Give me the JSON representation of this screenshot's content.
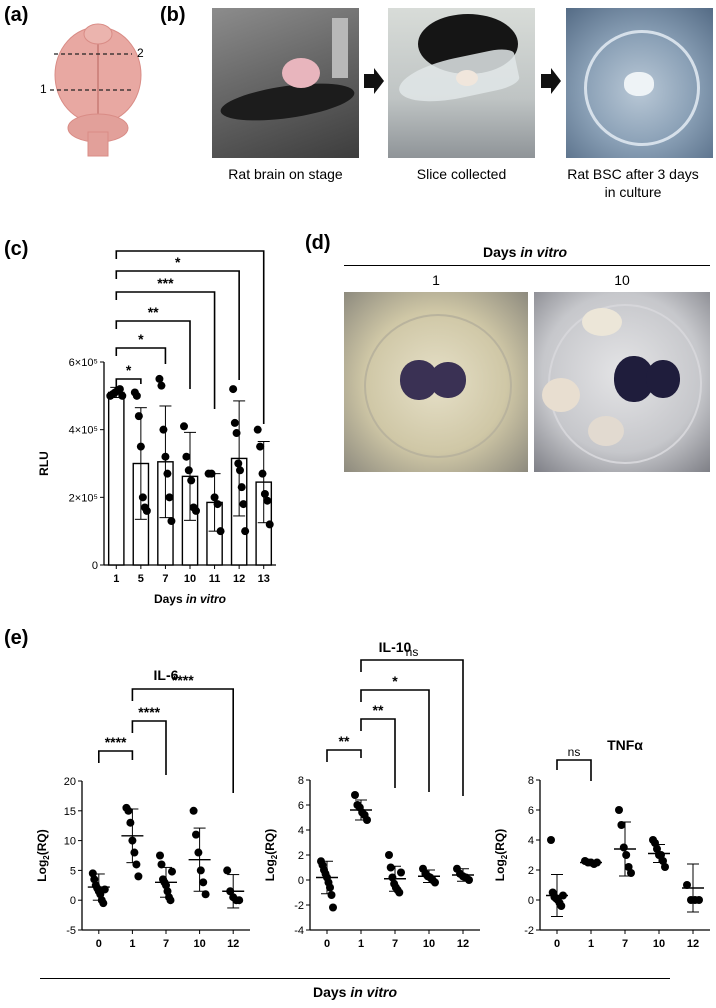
{
  "panels": {
    "a": {
      "label": "(a)",
      "line1": "1",
      "line2": "2"
    },
    "b": {
      "label": "(b)",
      "captions": [
        "Rat brain on stage",
        "Slice collected",
        "Rat BSC after 3 days",
        "in culture"
      ]
    },
    "c": {
      "label": "(c)"
    },
    "d": {
      "label": "(d)",
      "header_prefix": "Days ",
      "header_italic": "in vitro",
      "day1": "1",
      "day10": "10"
    },
    "e": {
      "label": "(e)",
      "footer_prefix": "Days ",
      "footer_italic": "in vitro"
    }
  },
  "chart_data": [
    {
      "id": "rlu",
      "type": "bar",
      "ylabel": "RLU",
      "xlabel_prefix": "Days ",
      "xlabel_italic": "in vitro",
      "categories": [
        "1",
        "5",
        "7",
        "10",
        "11",
        "12",
        "13"
      ],
      "values": [
        510000,
        300000,
        305000,
        262000,
        185000,
        315000,
        245000
      ],
      "errors": [
        15000,
        165000,
        165000,
        130000,
        85000,
        170000,
        120000
      ],
      "points": [
        [
          500000,
          505000,
          510000,
          515000,
          520000,
          500000
        ],
        [
          510000,
          500000,
          440000,
          350000,
          200000,
          170000,
          160000
        ],
        [
          550000,
          530000,
          400000,
          320000,
          270000,
          200000,
          130000
        ],
        [
          410000,
          320000,
          280000,
          250000,
          170000,
          160000
        ],
        [
          270000,
          270000,
          200000,
          180000,
          100000
        ],
        [
          520000,
          420000,
          390000,
          300000,
          280000,
          230000,
          180000,
          100000
        ],
        [
          400000,
          350000,
          270000,
          210000,
          190000,
          120000
        ]
      ],
      "yticks": [
        "0",
        "2×10⁵",
        "4×10⁵",
        "6×10⁵"
      ],
      "ytick_values": [
        0,
        200000,
        400000,
        600000
      ],
      "ylim": [
        0,
        600000
      ],
      "significance": [
        {
          "from": "1",
          "to": "5",
          "label": "*"
        },
        {
          "from": "1",
          "to": "7",
          "label": "*"
        },
        {
          "from": "1",
          "to": "10",
          "label": "**"
        },
        {
          "from": "1",
          "to": "11",
          "label": "***"
        },
        {
          "from": "1",
          "to": "12",
          "label": "*"
        },
        {
          "from": "1",
          "to": "13",
          "label": "**"
        }
      ]
    },
    {
      "id": "il6",
      "type": "scatter",
      "title": "IL-6",
      "ylabel": "Log2(RQ)",
      "categories": [
        "0",
        "1",
        "7",
        "10",
        "12"
      ],
      "means": [
        2.2,
        10.8,
        3.0,
        6.8,
        1.5
      ],
      "sd": [
        2.2,
        4.5,
        2.5,
        5.3,
        2.8
      ],
      "points": [
        [
          4.5,
          3.5,
          2.5,
          2.0,
          1.5,
          1.0,
          0.0,
          -0.5,
          1.8
        ],
        [
          15.5,
          15.0,
          13.0,
          10.0,
          8.0,
          6.0,
          4.0
        ],
        [
          7.5,
          6.0,
          3.5,
          3.0,
          2.5,
          1.5,
          0.5,
          0.0,
          4.8
        ],
        [
          15.0,
          11.0,
          8.0,
          5.0,
          3.0,
          1.0
        ],
        [
          5.0,
          1.5,
          0.5,
          0.0,
          0.0
        ]
      ],
      "yticks": [
        "-5",
        "0",
        "5",
        "10",
        "15",
        "20"
      ],
      "ytick_values": [
        -5,
        0,
        5,
        10,
        15,
        20
      ],
      "ylim": [
        -5,
        20
      ],
      "significance": [
        {
          "from": "0",
          "to": "1",
          "label": "****"
        },
        {
          "from": "1",
          "to": "7",
          "label": "****"
        },
        {
          "from": "1",
          "to": "12",
          "label": "****"
        }
      ]
    },
    {
      "id": "il10",
      "type": "scatter",
      "title": "IL-10",
      "ylabel": "Log2(RQ)",
      "categories": [
        "0",
        "1",
        "7",
        "10",
        "12"
      ],
      "means": [
        0.2,
        5.6,
        0.1,
        0.3,
        0.4
      ],
      "sd": [
        1.3,
        0.8,
        1.0,
        0.5,
        0.5
      ],
      "points": [
        [
          1.5,
          1.2,
          0.8,
          0.5,
          0.2,
          -0.2,
          -0.6,
          -1.2,
          -2.2
        ],
        [
          6.8,
          6.0,
          5.8,
          5.4,
          5.2,
          4.8
        ],
        [
          2.0,
          1.0,
          0.2,
          -0.3,
          -0.6,
          -0.8,
          -1.0,
          0.6
        ],
        [
          0.9,
          0.5,
          0.3,
          0.2,
          0.0,
          -0.2
        ],
        [
          0.9,
          0.5,
          0.3,
          0.2,
          0.0
        ]
      ],
      "yticks": [
        "-4",
        "-2",
        "0",
        "2",
        "4",
        "6",
        "8"
      ],
      "ytick_values": [
        -4,
        -2,
        0,
        2,
        4,
        6,
        8
      ],
      "ylim": [
        -4,
        8
      ],
      "significance": [
        {
          "from": "0",
          "to": "1",
          "label": "**"
        },
        {
          "from": "1",
          "to": "7",
          "label": "**"
        },
        {
          "from": "1",
          "to": "10",
          "label": "*"
        },
        {
          "from": "1",
          "to": "12",
          "label": "ns"
        }
      ]
    },
    {
      "id": "tnfa",
      "type": "scatter",
      "title": "TNFα",
      "ylabel": "Log2(RQ)",
      "categories": [
        "0",
        "1",
        "7",
        "10",
        "12"
      ],
      "means": [
        0.3,
        2.5,
        3.4,
        3.1,
        0.8
      ],
      "sd": [
        1.4,
        0.1,
        1.8,
        0.6,
        1.6
      ],
      "points": [
        [
          4.0,
          0.5,
          0.2,
          0.1,
          0.0,
          -0.2,
          -0.4,
          0.3
        ],
        [
          2.6,
          2.5,
          2.5,
          2.4,
          2.5
        ],
        [
          6.0,
          5.0,
          3.5,
          3.0,
          2.2,
          1.8
        ],
        [
          4.0,
          3.8,
          3.4,
          3.0,
          3.0,
          2.6,
          2.2
        ],
        [
          1.0,
          0.0,
          0.0,
          0.0
        ]
      ],
      "yticks": [
        "-2",
        "0",
        "2",
        "4",
        "6",
        "8"
      ],
      "ytick_values": [
        -2,
        0,
        2,
        4,
        6,
        8
      ],
      "ylim": [
        -2,
        8
      ],
      "significance": [
        {
          "from": "0",
          "to": "1",
          "label": "ns"
        }
      ]
    }
  ]
}
